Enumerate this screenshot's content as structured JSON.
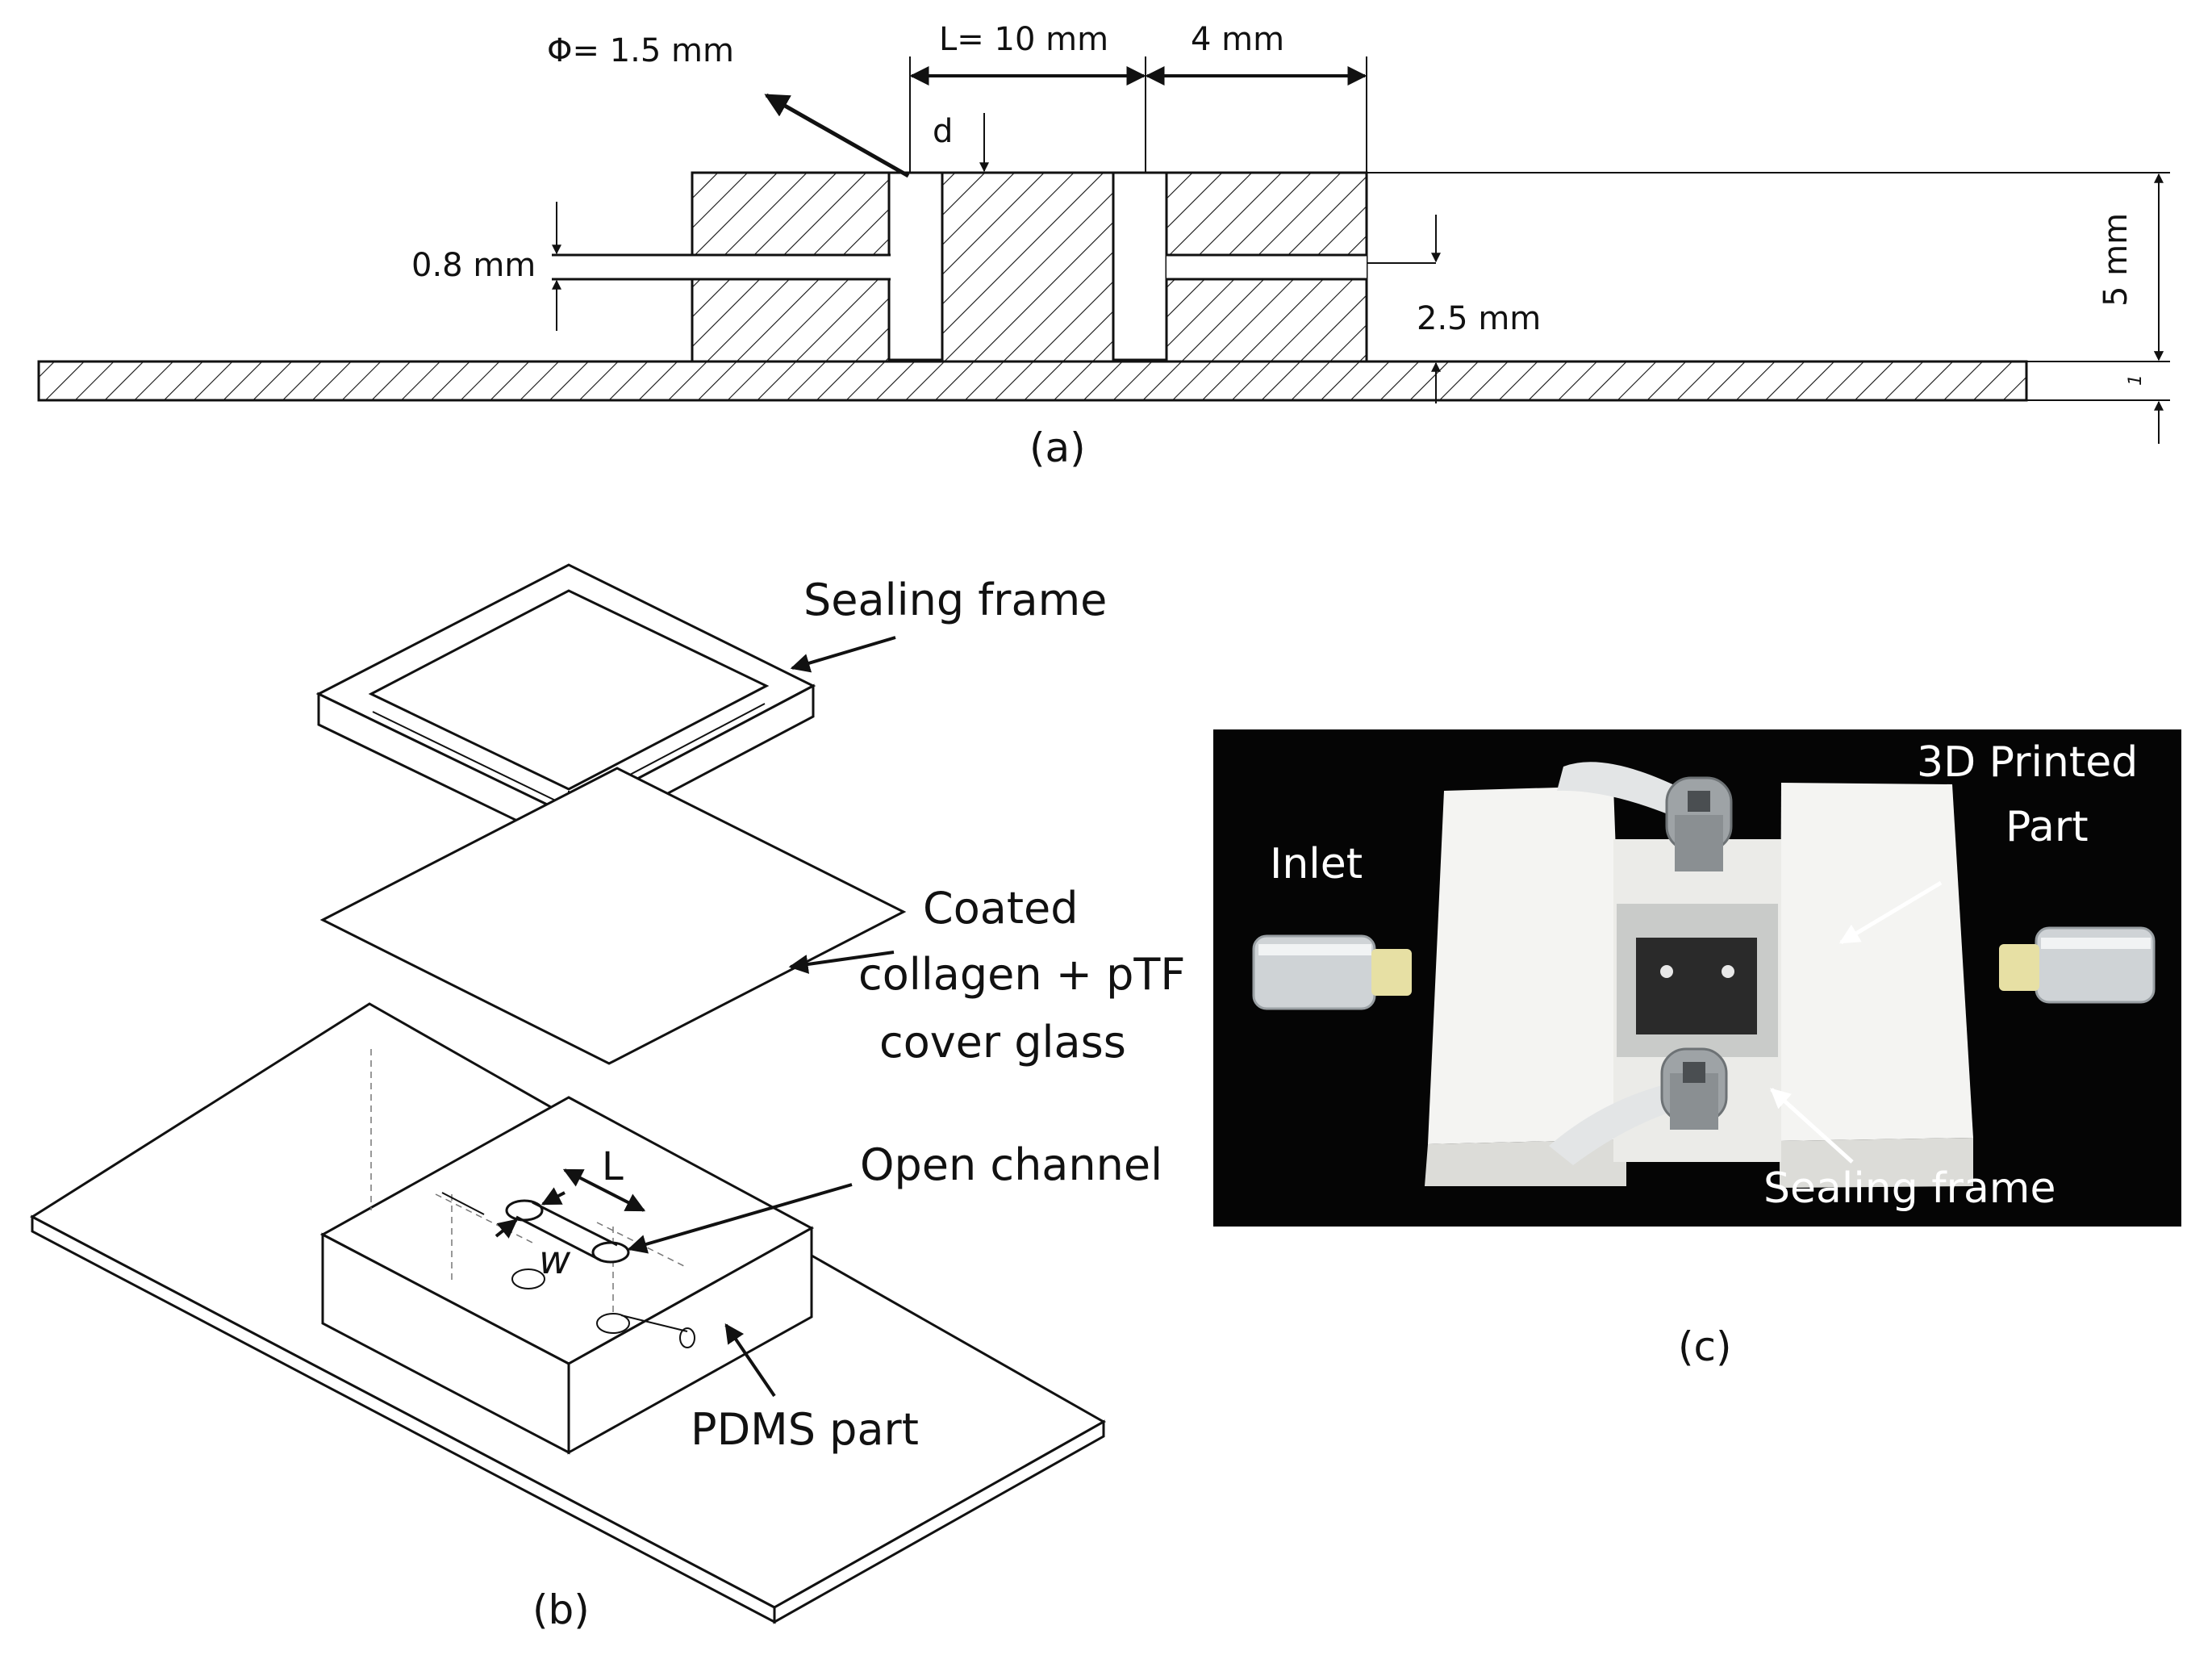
{
  "panel_a": {
    "caption": "(a)",
    "dims": {
      "phi": "Φ= 1.5 mm",
      "length": "L= 10 mm",
      "gap": "4 mm",
      "depth": "d",
      "channel": "0.8 mm",
      "height_off": "2.5 mm",
      "total_height": "5 mm",
      "base": "1"
    }
  },
  "panel_b": {
    "caption": "(b)",
    "labels": {
      "sealing_frame": "Sealing frame",
      "coated_1": "Coated",
      "coated_2": "collagen + pTF",
      "coated_3": "cover glass",
      "open_channel": "Open channel",
      "pdms_part": "PDMS part",
      "L": "L",
      "w": "w"
    }
  },
  "panel_c": {
    "caption": "(c)",
    "labels": {
      "printed_1": "3D Printed",
      "printed_2": "Part",
      "inlet": "Inlet",
      "sealing_frame": "Sealing frame"
    }
  },
  "colors": {
    "line": "#111111",
    "photo_bg": "#050505",
    "printed_part": "#f4f4f2"
  }
}
